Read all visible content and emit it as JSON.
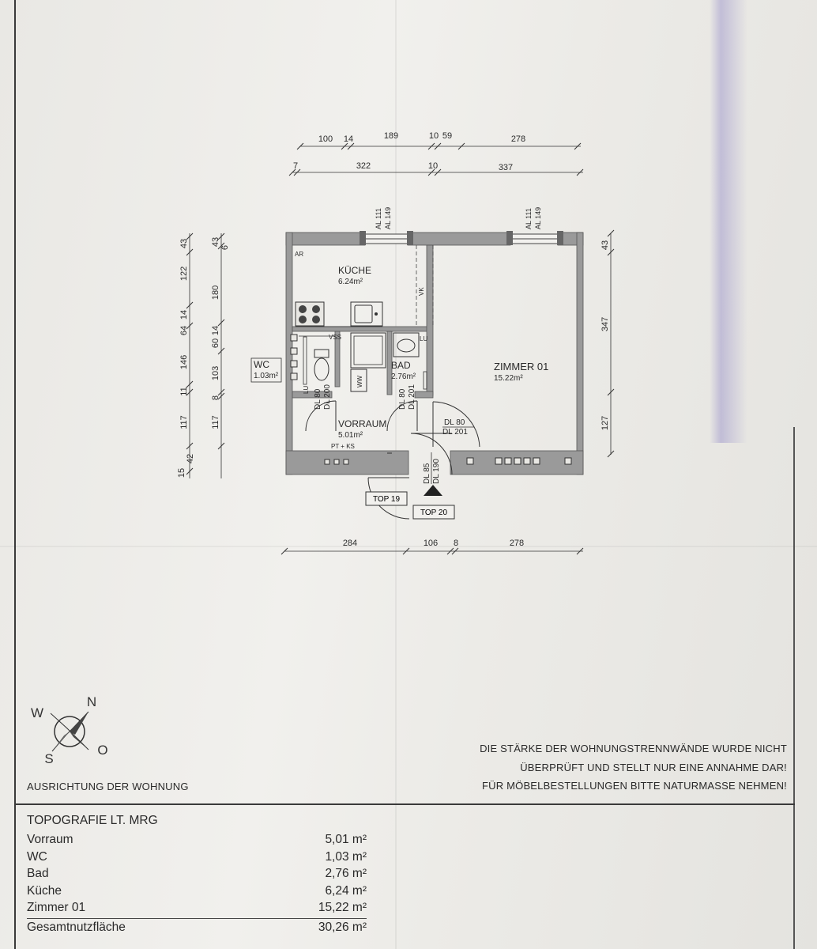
{
  "dims_top_row1": [
    "100",
    "14",
    "189",
    "10",
    "59",
    "278"
  ],
  "dims_top_row2": [
    "7",
    "322",
    "10",
    "337"
  ],
  "dims_bottom": [
    "284",
    "106",
    "8",
    "278"
  ],
  "dims_left_col1": [
    "43",
    "122",
    "14",
    "64",
    "146",
    "11",
    "117",
    "15",
    "42"
  ],
  "dims_left_col2": [
    "43",
    "6",
    "180",
    "14",
    "60",
    "103",
    "8",
    "117"
  ],
  "dims_right": [
    "43",
    "347",
    "127"
  ],
  "window_labels": [
    "AL 111",
    "AL 149"
  ],
  "rooms": {
    "kueche": {
      "name": "KÜCHE",
      "area": "6.24m²"
    },
    "wc": {
      "name": "WC",
      "area": "1.03m²"
    },
    "bad": {
      "name": "BAD",
      "area": "2.76m²"
    },
    "vorraum": {
      "name": "VORRAUM",
      "area": "5.01m²"
    },
    "zimmer": {
      "name": "ZIMMER 01",
      "area": "15.22m²"
    }
  },
  "plan_labels": {
    "ar": "AR",
    "vss": "VSS",
    "vk": "VK",
    "lu1": "LU",
    "lu2": "LU",
    "ww": "WW",
    "pt_ks": "PT + KS"
  },
  "doors": {
    "wc": [
      "DL 80",
      "DL 200"
    ],
    "bad": [
      "DL 80",
      "DL 201"
    ],
    "zimmer": [
      "DL 80",
      "DL 201"
    ],
    "entry": [
      "DL 85",
      "DL 190"
    ]
  },
  "top_labels": [
    "TOP 19",
    "TOP 20"
  ],
  "compass": {
    "n": "N",
    "o": "O",
    "s": "S",
    "w": "W"
  },
  "orientation_label": "AUSRICHTUNG DER WOHNUNG",
  "notes": [
    "DIE STÄRKE DER WOHNUNGSTRENNWÄNDE WURDE NICHT",
    "ÜBERPRÜFT UND STELLT NUR EINE ANNAHME DAR!",
    "FÜR MÖBELBESTELLUNGEN BITTE NATURMASSE NEHMEN!"
  ],
  "topografie": {
    "title": "TOPOGRAFIE LT. MRG",
    "rows": [
      {
        "label": "Vorraum",
        "value": "5,01 m²"
      },
      {
        "label": "WC",
        "value": "1,03 m²"
      },
      {
        "label": "Bad",
        "value": "2,76 m²"
      },
      {
        "label": "Küche",
        "value": "6,24 m²"
      },
      {
        "label": "Zimmer 01",
        "value": "15,22 m²"
      }
    ],
    "total": {
      "label": "Gesamtnutzfläche",
      "value": "30,26 m²"
    }
  }
}
